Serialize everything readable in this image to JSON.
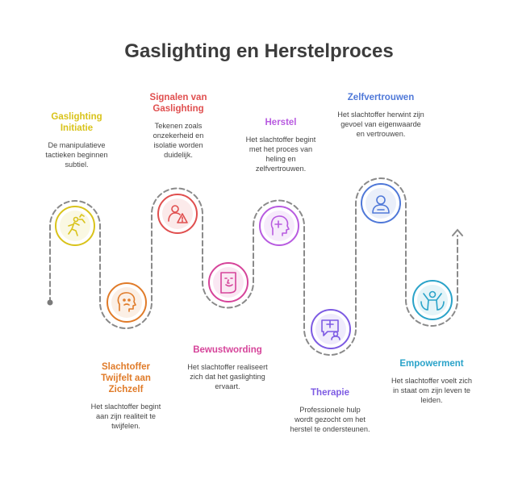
{
  "title": "Gaslighting en Herstelproces",
  "steps": [
    {
      "title": "Gaslighting Initiatie",
      "description": "De manipulatieve tactieken beginnen subtiel.",
      "color": "#d9c31b",
      "icon": "running-person-icon"
    },
    {
      "title": "Slachtoffer Twijfelt aan Zichzelf",
      "description": "Het slachtoffer begint aan zijn realiteit te twijfelen.",
      "color": "#e07b29",
      "icon": "confused-head-icon"
    },
    {
      "title": "Signalen van Gaslighting",
      "description": "Tekenen zoals onzekerheid en isolatie worden duidelijk.",
      "color": "#e04f4f",
      "icon": "person-warning-icon"
    },
    {
      "title": "Bewustwording",
      "description": "Het slachtoffer realiseert zich dat het gaslighting ervaart.",
      "color": "#d6449a",
      "icon": "mirror-face-icon"
    },
    {
      "title": "Herstel",
      "description": "Het slachtoffer begint met het proces van heling en zelfvertrouwen.",
      "color": "#b85be0",
      "icon": "head-plus-icon"
    },
    {
      "title": "Therapie",
      "description": "Professionele hulp wordt gezocht om het herstel te ondersteunen.",
      "color": "#7d5be3",
      "icon": "chat-person-icon"
    },
    {
      "title": "Zelfvertrouwen",
      "description": "Het slachtoffer herwint zijn gevoel van eigenwaarde en vertrouwen.",
      "color": "#4f78d8",
      "icon": "person-badge-icon"
    },
    {
      "title": "Empowerment",
      "description": "Het slachtoffer voelt zich in staat om zijn leven te leiden.",
      "color": "#2aa3c9",
      "icon": "empowered-person-icon"
    }
  ]
}
